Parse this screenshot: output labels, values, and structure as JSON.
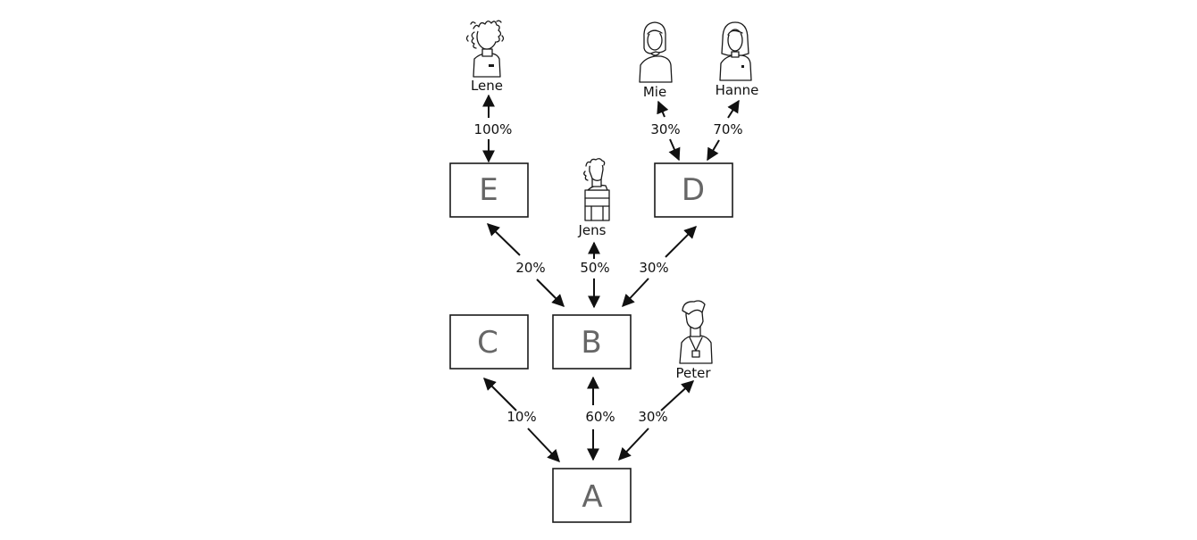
{
  "companies": [
    {
      "id": "A",
      "label": "A"
    },
    {
      "id": "B",
      "label": "B"
    },
    {
      "id": "C",
      "label": "C"
    },
    {
      "id": "D",
      "label": "D"
    },
    {
      "id": "E",
      "label": "E"
    }
  ],
  "people": [
    {
      "id": "lene",
      "name": "Lene",
      "icon": "person-curly-hair-icon"
    },
    {
      "id": "mie",
      "name": "Mie",
      "icon": "person-woman-icon"
    },
    {
      "id": "hanne",
      "name": "Hanne",
      "icon": "person-woman-long-hair-icon"
    },
    {
      "id": "jens",
      "name": "Jens",
      "icon": "person-man-icon"
    },
    {
      "id": "peter",
      "name": "Peter",
      "icon": "person-man-lanyard-icon"
    }
  ],
  "ownerships": [
    {
      "id": "c-a",
      "owner": "C",
      "owned": "A",
      "share": "10%"
    },
    {
      "id": "b-a",
      "owner": "B",
      "owned": "A",
      "share": "60%"
    },
    {
      "id": "peter-a",
      "owner": "Peter",
      "owned": "A",
      "share": "30%"
    },
    {
      "id": "e-b",
      "owner": "E",
      "owned": "B",
      "share": "20%"
    },
    {
      "id": "jens-b",
      "owner": "Jens",
      "owned": "B",
      "share": "50%"
    },
    {
      "id": "d-b",
      "owner": "D",
      "owned": "B",
      "share": "30%"
    },
    {
      "id": "lene-e",
      "owner": "Lene",
      "owned": "E",
      "share": "100%"
    },
    {
      "id": "mie-d",
      "owner": "Mie",
      "owned": "D",
      "share": "30%"
    },
    {
      "id": "hanne-d",
      "owner": "Hanne",
      "owned": "D",
      "share": "70%"
    }
  ],
  "colors": {
    "box_border": "#1a1a1a",
    "box_label": "#666666",
    "arrow": "#111111",
    "text": "#111111",
    "background": "#ffffff"
  }
}
